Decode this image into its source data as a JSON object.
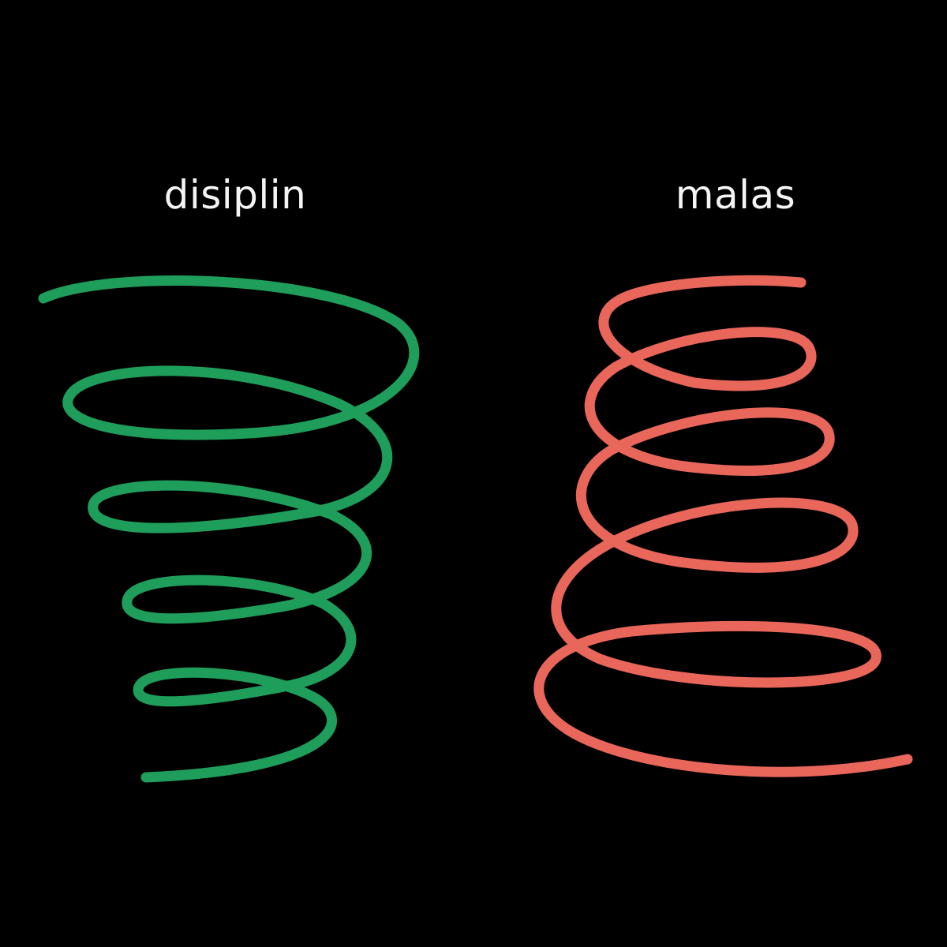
{
  "panels": [
    {
      "label": "disiplin",
      "color": "#1e9e5a",
      "shape": "spiral narrowing downward"
    },
    {
      "label": "malas",
      "color": "#e8665a",
      "shape": "spiral widening downward"
    }
  ]
}
